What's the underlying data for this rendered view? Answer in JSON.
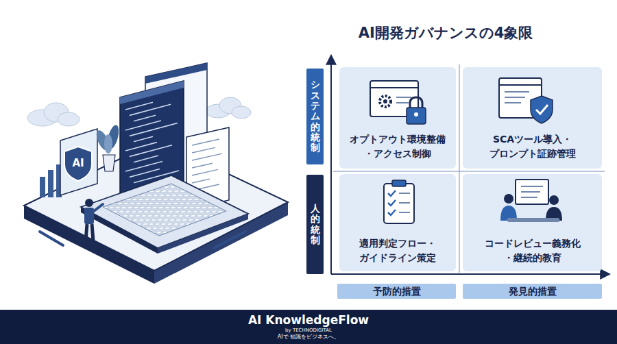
{
  "diagram": {
    "title": "AI開発ガバナンスの4象限",
    "nodes": [
      {
        "text": [
          "システム的統制"
        ]
      },
      {
        "text": [
          "オプトアウト環境整備 ・アクセス制御"
        ]
      },
      {
        "text": [
          "SCAツール導入・ プロンプト証跡管理"
        ]
      },
      {
        "text": [
          "人的統制"
        ]
      },
      {
        "text": [
          "適用判定フロー・ ガイドライン策定"
        ]
      },
      {
        "text": [
          "コードレビュー義務化 ・継続的教育"
        ]
      },
      {
        "text": [
          "予防的措置"
        ]
      },
      {
        "text": [
          "発見的措置"
        ]
      },
      {
        "text": [
          "AI KnowledgeFlow",
          "by TECHNODIGITAL",
          "AIで 知識をビジネスへ。"
        ]
      }
    ],
    "labels": [
      "AI"
    ]
  }
}
